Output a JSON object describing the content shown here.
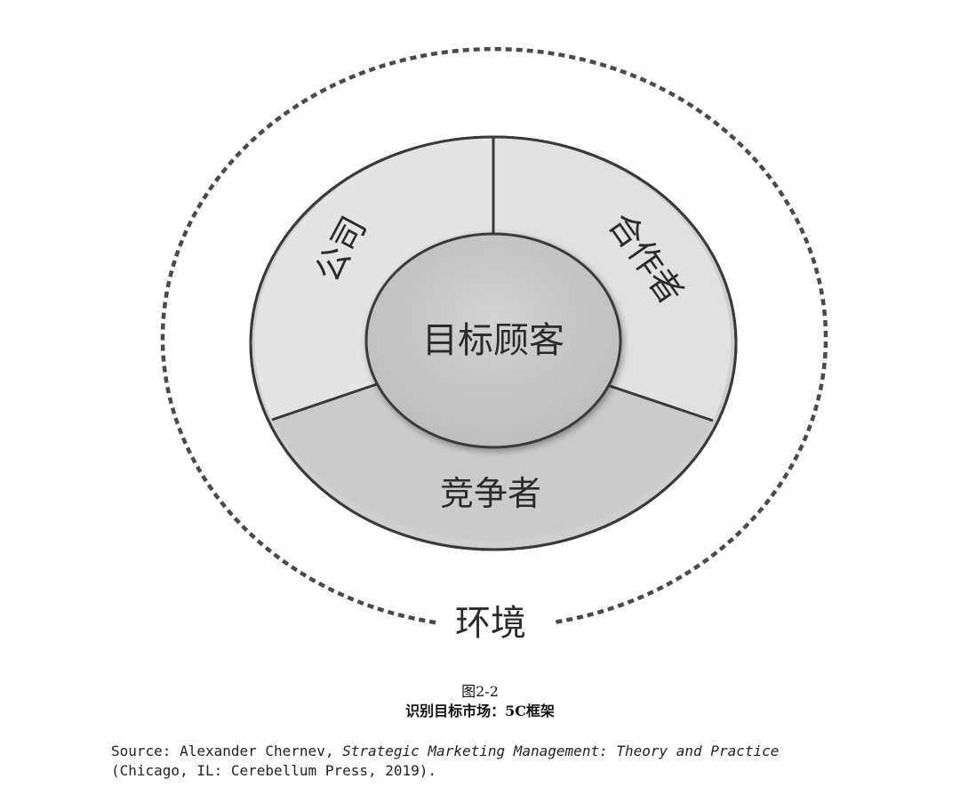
{
  "diagram": {
    "environment_label": "环境",
    "core_label": "目标顾客",
    "segments": {
      "company": "公司",
      "collaborators": "合作者",
      "competitors": "竞争者"
    },
    "colors": {
      "ring_light": "#e3e3e3",
      "ring_mid": "#cdcdcd",
      "core": "#c9c9c9",
      "outline": "#3a3a3a",
      "dashed": "#4a4a4a"
    }
  },
  "caption": {
    "figure_number": "图2-2",
    "figure_title": "识别目标市场：5C框架"
  },
  "source": {
    "prefix": "Source: Alexander Chernev, ",
    "book_title": "Strategic Marketing Management: Theory and Practice",
    "suffix": "(Chicago, IL: Cerebellum Press, 2019)."
  }
}
